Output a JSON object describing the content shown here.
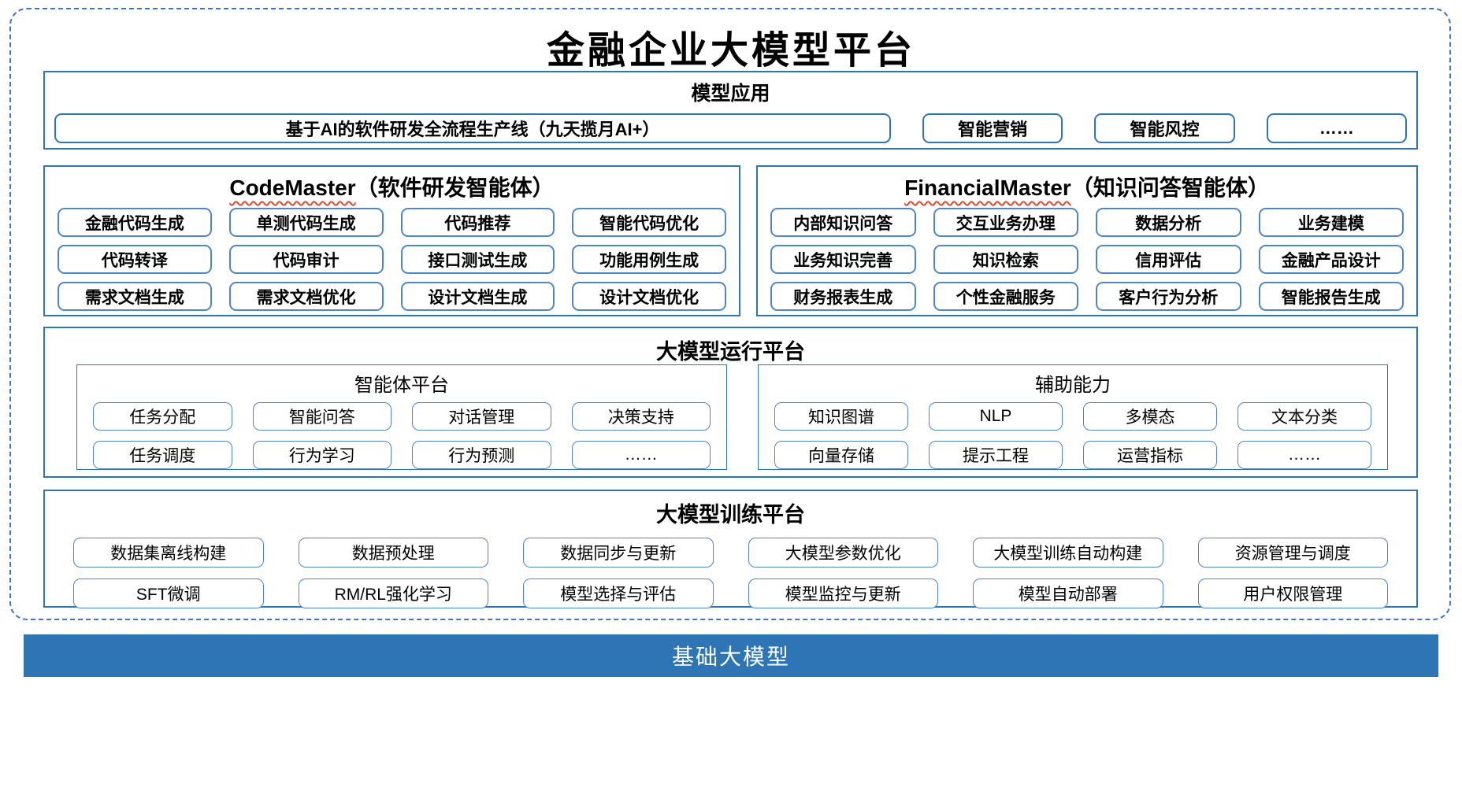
{
  "title": "金融企业大模型平台",
  "colors": {
    "section_border": "#2E75B6",
    "item_border": "#4F86C6",
    "dashed_border": "#4472C4",
    "base_bar_bg": "#2E75B6",
    "base_bar_text": "#FFFFFF",
    "squiggle_red": "#E04A2F"
  },
  "app": {
    "header": "模型应用",
    "wide_button": "基于AI的软件研发全流程生产线（九天揽月AI+）",
    "buttons": [
      "智能营销",
      "智能风控",
      "……"
    ]
  },
  "codemaster": {
    "name_en": "CodeMaster",
    "name_zh": "（软件研发智能体）",
    "items": [
      "金融代码生成",
      "单测代码生成",
      "代码推荐",
      "智能代码优化",
      "代码转译",
      "代码审计",
      "接口测试生成",
      "功能用例生成",
      "需求文档生成",
      "需求文档优化",
      "设计文档生成",
      "设计文档优化"
    ]
  },
  "financialmaster": {
    "name_en": "FinancialMaster",
    "name_zh": "（知识问答智能体）",
    "items": [
      "内部知识问答",
      "交互业务办理",
      "数据分析",
      "业务建模",
      "业务知识完善",
      "知识检索",
      "信用评估",
      "金融产品设计",
      "财务报表生成",
      "个性金融服务",
      "客户行为分析",
      "智能报告生成"
    ]
  },
  "runtime": {
    "header": "大模型运行平台",
    "agent_platform": {
      "title": "智能体平台",
      "items": [
        "任务分配",
        "智能问答",
        "对话管理",
        "决策支持",
        "任务调度",
        "行为学习",
        "行为预测",
        "……"
      ]
    },
    "aux_ability": {
      "title": "辅助能力",
      "items": [
        "知识图谱",
        "NLP",
        "多模态",
        "文本分类",
        "向量存储",
        "提示工程",
        "运营指标",
        "……"
      ]
    }
  },
  "training": {
    "header": "大模型训练平台",
    "items": [
      "数据集离线构建",
      "数据预处理",
      "数据同步与更新",
      "大模型参数优化",
      "大模型训练自动构建",
      "资源管理与调度",
      "SFT微调",
      "RM/RL强化学习",
      "模型选择与评估",
      "模型监控与更新",
      "模型自动部署",
      "用户权限管理"
    ]
  },
  "base": {
    "label": "基础大模型"
  }
}
